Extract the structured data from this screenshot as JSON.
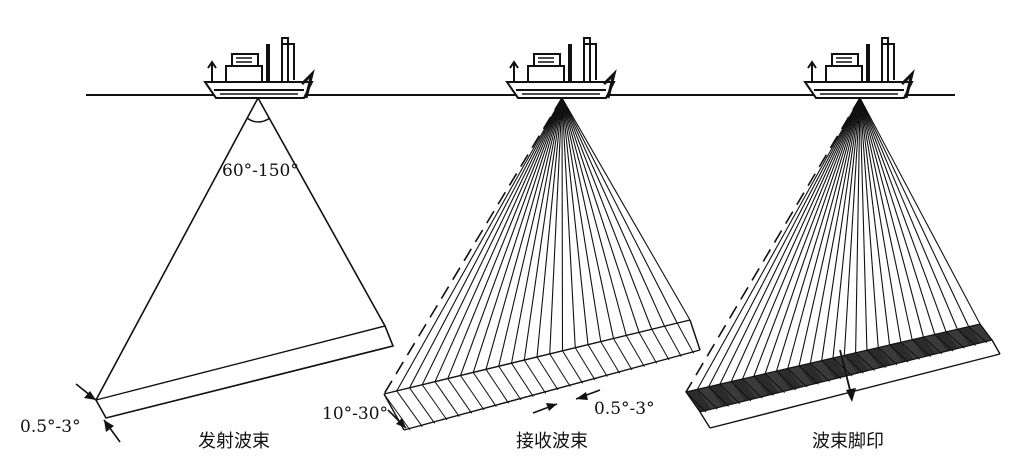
{
  "panels": [
    {
      "id": "transmit",
      "caption": "发射波束",
      "angle_label": "60°-150°",
      "thickness_label": "0.5°-3°"
    },
    {
      "id": "receive",
      "caption": "接收波束",
      "fan_label": "10°-30°",
      "beam_width_label": "0.5°-3°"
    },
    {
      "id": "footprint",
      "caption": "波束脚印"
    }
  ],
  "colors": {
    "ink": "#111111",
    "footprint_fill": "#3a3a3a"
  },
  "icons": [
    "ship-icon"
  ]
}
